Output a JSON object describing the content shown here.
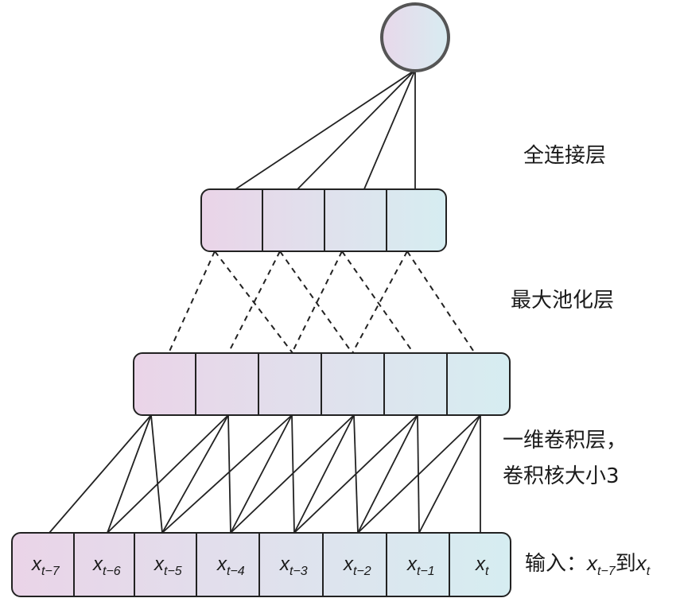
{
  "labels": {
    "fc": "全连接层",
    "pool": "最大池化层",
    "conv_line1": "一维卷积层，",
    "conv_line2": "卷积核大小3",
    "input_prefix": "输入：",
    "input_from_base": "x",
    "input_from_sub": "t−7",
    "input_mid": "到",
    "input_to_base": "x",
    "input_to_sub": "t"
  },
  "input_cells": [
    {
      "base": "x",
      "sub": "t−7"
    },
    {
      "base": "x",
      "sub": "t−6"
    },
    {
      "base": "x",
      "sub": "t−5"
    },
    {
      "base": "x",
      "sub": "t−4"
    },
    {
      "base": "x",
      "sub": "t−3"
    },
    {
      "base": "x",
      "sub": "t−2"
    },
    {
      "base": "x",
      "sub": "t−1"
    },
    {
      "base": "x",
      "sub": "t"
    }
  ],
  "colors": {
    "left_tint": "#ead4e8",
    "right_tint": "#d6edf1",
    "stroke": "#222222"
  }
}
